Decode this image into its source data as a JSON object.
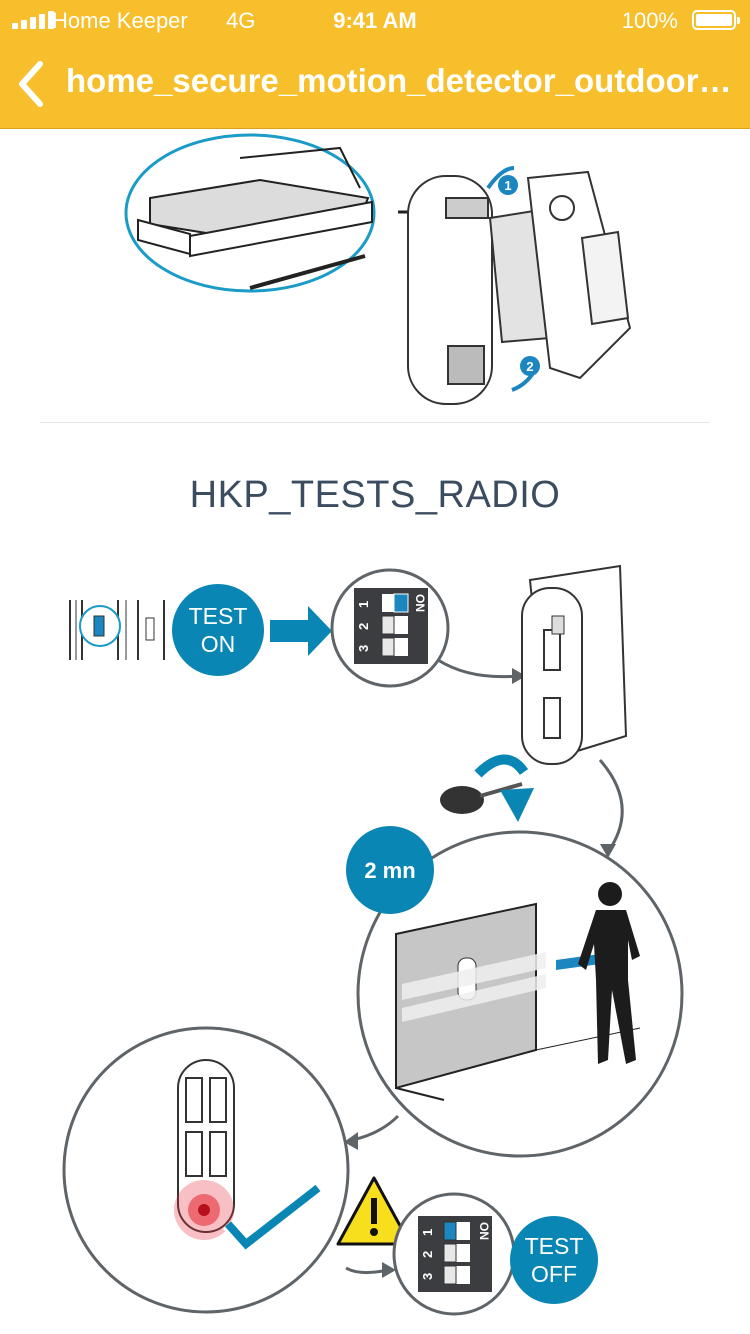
{
  "status_bar": {
    "carrier": "Home Keeper",
    "network": "4G",
    "time": "9:41 AM",
    "battery": "100%"
  },
  "nav": {
    "title": "home_secure_motion_detector_outdoor_..."
  },
  "section": {
    "title": "HKP_TESTS_RADIO"
  },
  "steps": {
    "test_on_line1": "TEST",
    "test_on_line2": "ON",
    "timer": "2 mn",
    "test_off_line1": "TEST",
    "test_off_line2": "OFF",
    "switch_on": "ON",
    "switch_1": "1",
    "switch_2": "2",
    "switch_3": "3",
    "mount_step_1": "1",
    "mount_step_2": "2"
  },
  "colors": {
    "header": "#f6bf2b",
    "accent_blue": "#0a86b5",
    "title_text": "#3c4c60",
    "circle_stroke": "#5f6468"
  }
}
